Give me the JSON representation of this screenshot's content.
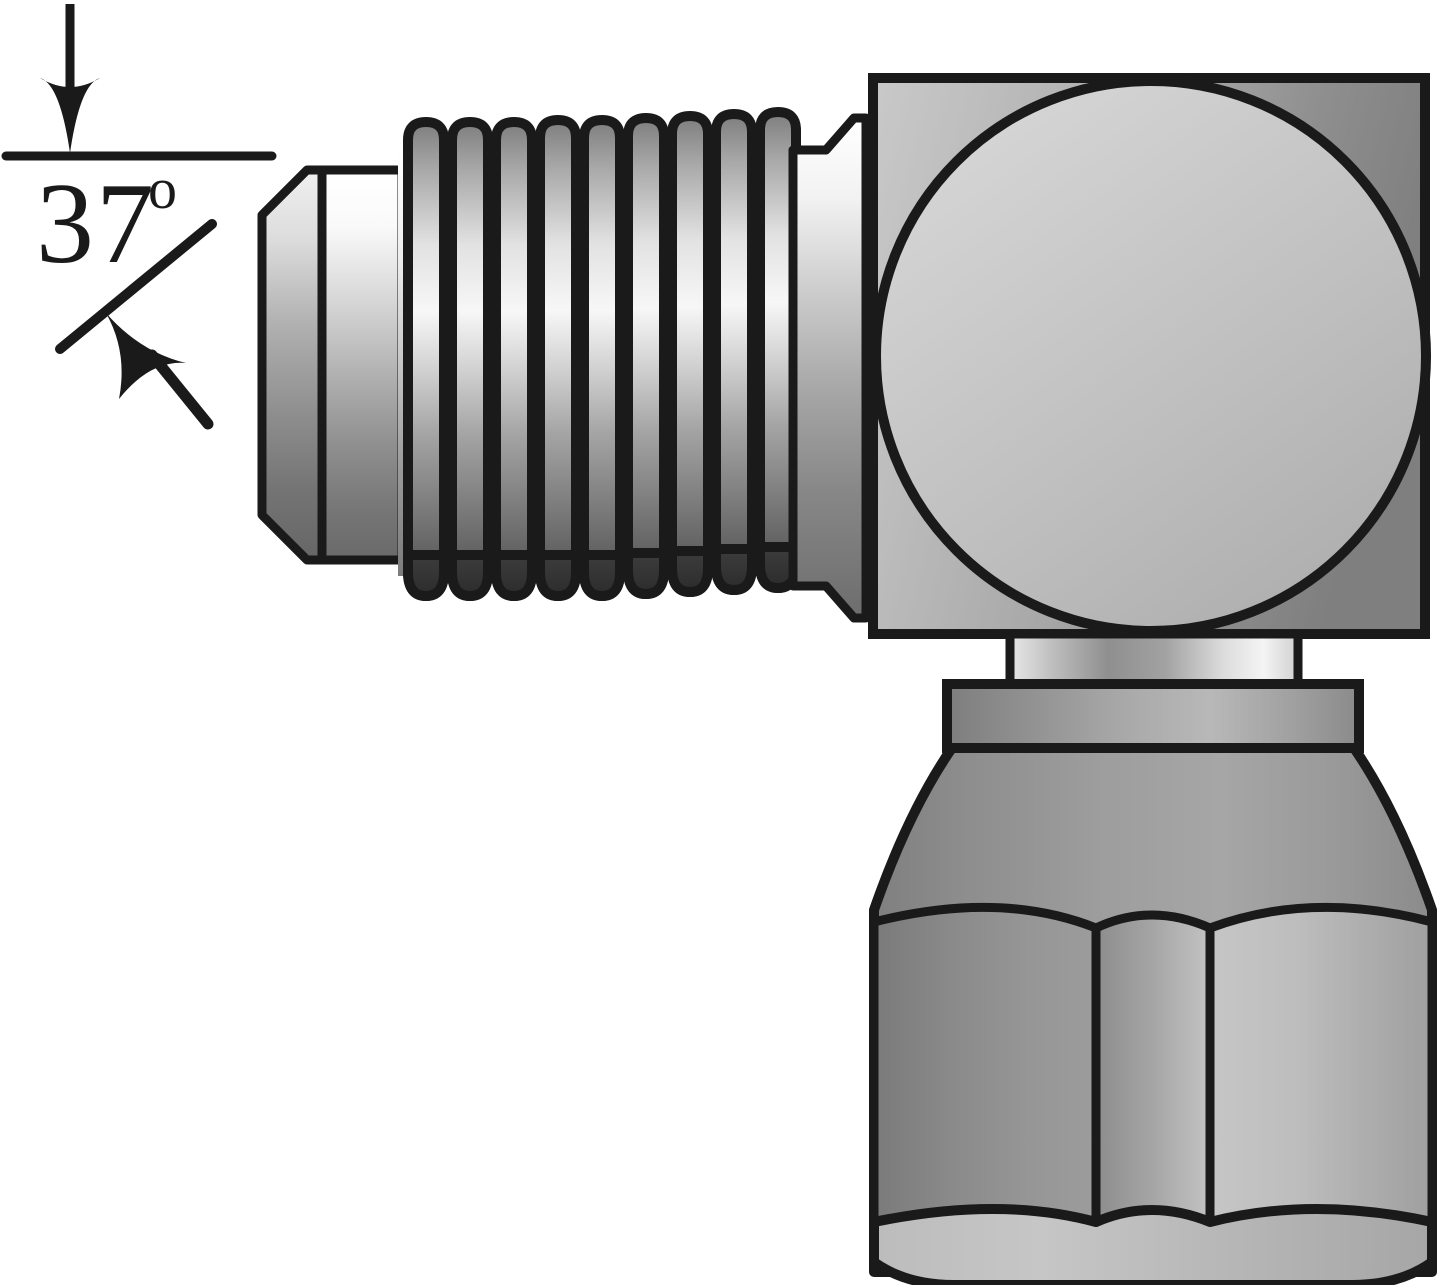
{
  "illustration": {
    "title": "37 Degree Flare to 90 Degree Female Swivel Elbow Hydraulic Fitting",
    "type": "technical-line-drawing",
    "background_color": "#ffffff",
    "outline_color": "#1a1a1a"
  },
  "annotation": {
    "angle_value": "37",
    "degree_symbol": "o",
    "full_label": "37°",
    "description": "Flare seat half-angle callout",
    "reference_line": "horizontal datum line",
    "leader_arrow": "angled leader with solid arrowhead",
    "datum_arrow": "vertical down arrow to datum line"
  },
  "components": {
    "flare_nose": {
      "name": "37 degree flare nose cone",
      "shape": "chamfered-cone"
    },
    "threads": {
      "name": "male straight thread",
      "turn_count": 9,
      "profile": "rounded-crest helix turns"
    },
    "shoulder": {
      "name": "thread run-out shoulder",
      "shape": "stepped-chamfer"
    },
    "elbow_body": {
      "name": "90 degree square elbow block",
      "shape": "square with inscribed circle",
      "inscribed_feature": "machined circular boss"
    },
    "neck": {
      "name": "swivel neck journal",
      "shape": "cylindrical band"
    },
    "collar": {
      "name": "swivel retaining collar",
      "shape": "rectangular band"
    },
    "swivel_nut": {
      "name": "female swivel hex nut",
      "shape": "hexagonal with domed shoulder",
      "visible_facets": 3,
      "bottom_edge": "chamfered"
    }
  },
  "palette": {
    "outline": "#1a1a1a",
    "metal_light": "#ffffff",
    "metal_mid": "#b4b4b4",
    "metal_dark": "#6e6e6e",
    "metal_shadow": "#3a3a3a",
    "thread_shadow": "#333333",
    "body_face": "#c3c3c3",
    "body_edge": "#8c8c8c"
  }
}
